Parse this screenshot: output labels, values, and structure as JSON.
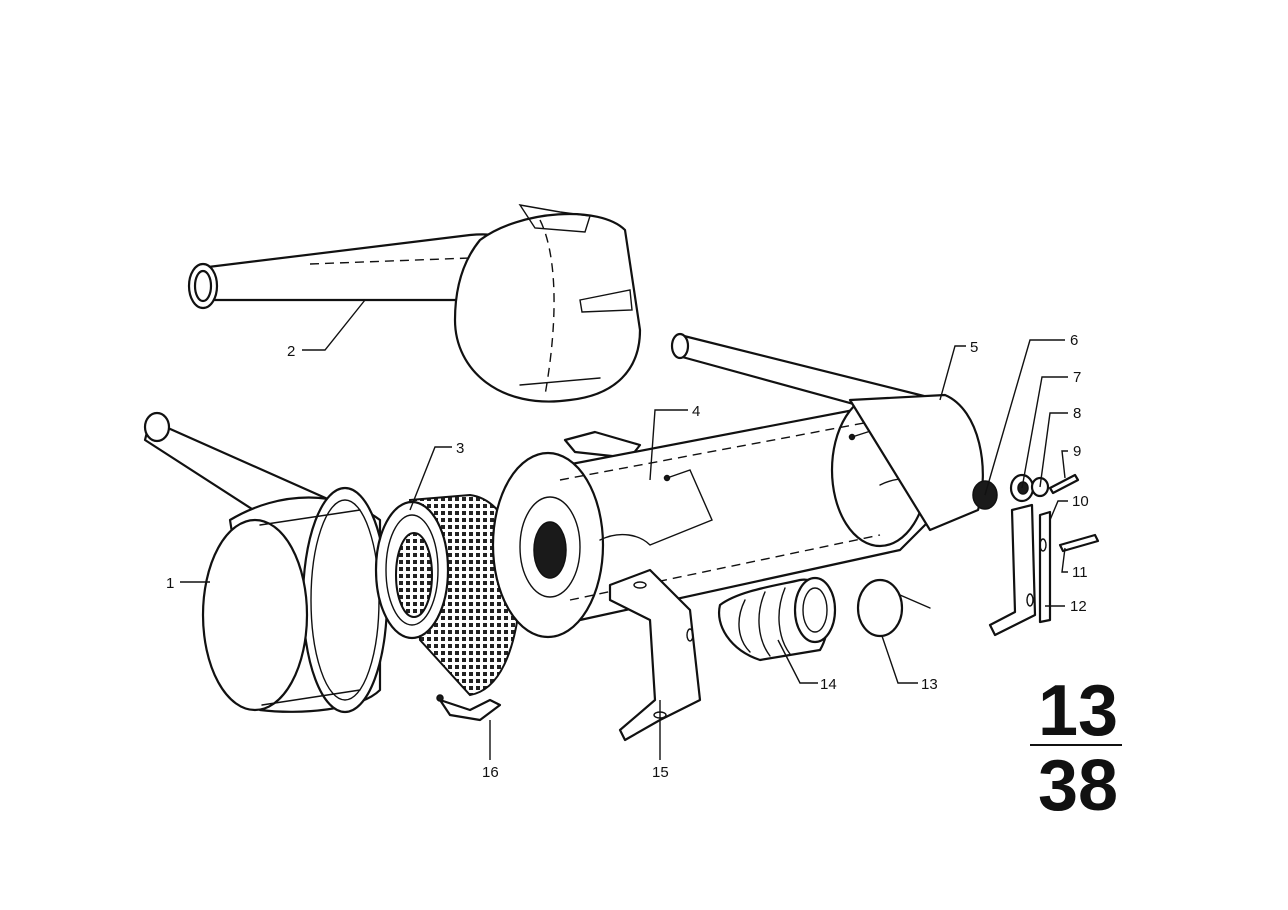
{
  "figure": {
    "top": "13",
    "bottom": "38"
  },
  "callouts": [
    "1",
    "2",
    "3",
    "4",
    "5",
    "6",
    "7",
    "8",
    "9",
    "10",
    "11",
    "12",
    "13",
    "14",
    "15",
    "16"
  ],
  "colors": {
    "ink": "#111111",
    "paper": "#ffffff"
  }
}
